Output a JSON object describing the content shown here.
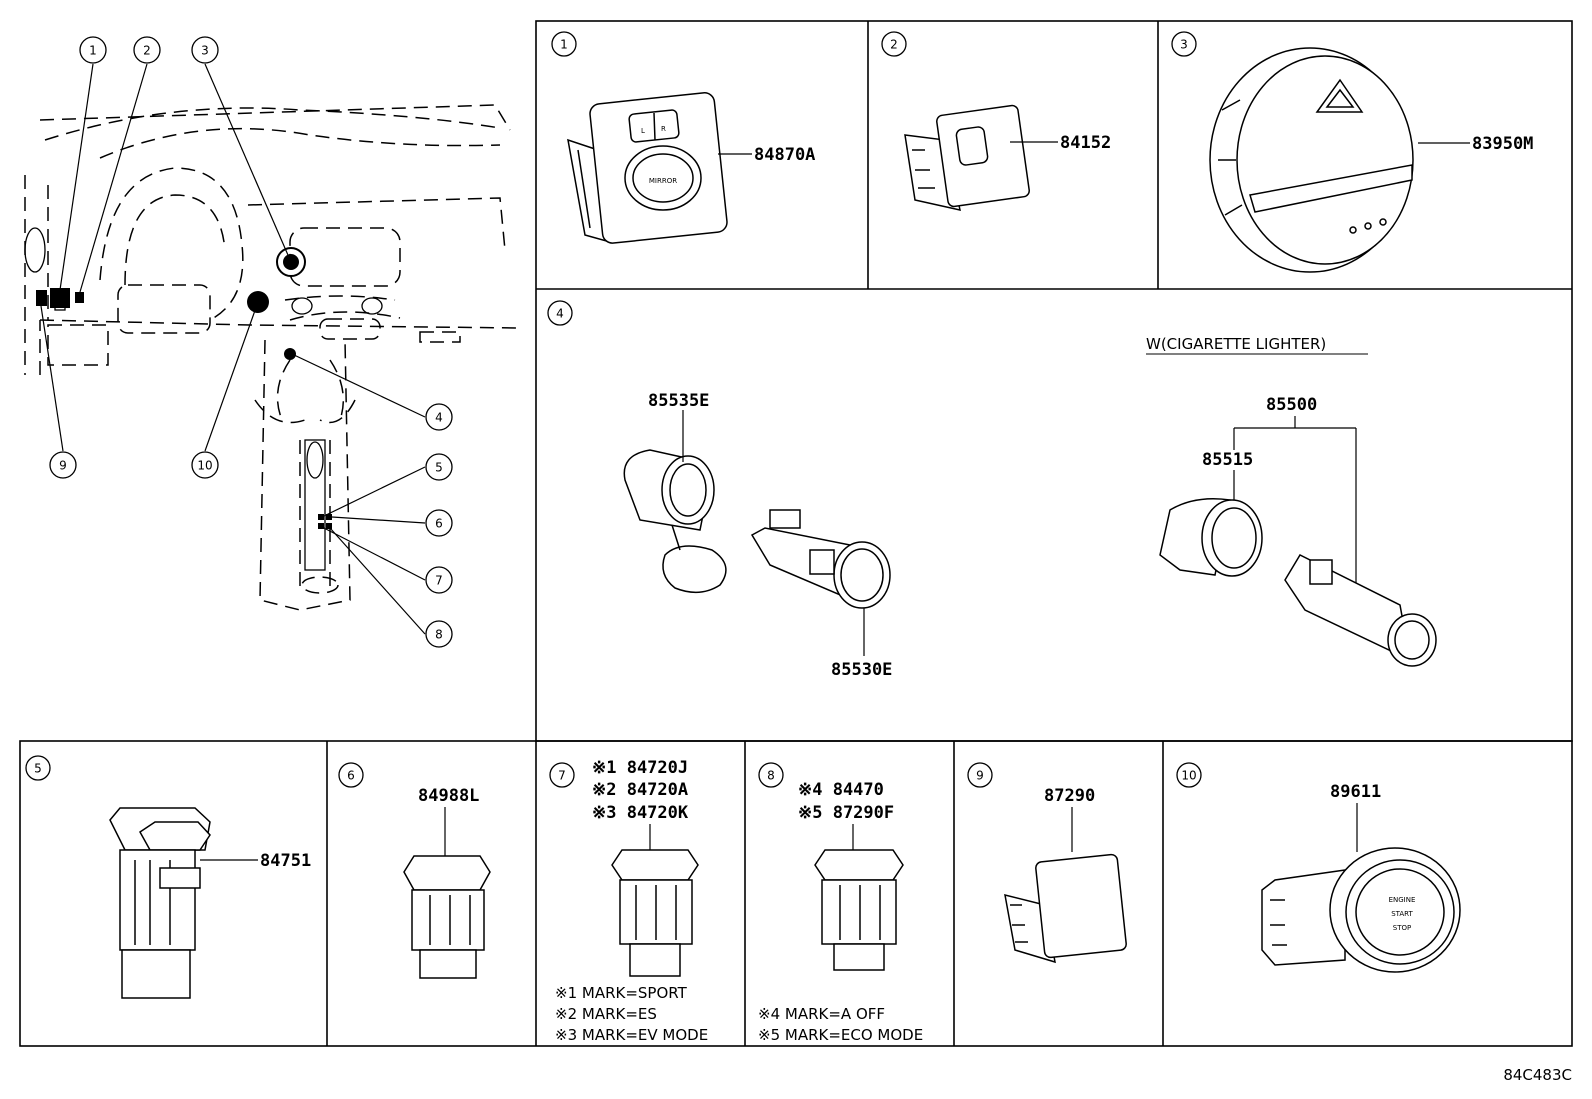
{
  "diagram_code": "84C483C",
  "overview": {
    "callouts": [
      "1",
      "2",
      "3",
      "4",
      "5",
      "6",
      "7",
      "8",
      "9",
      "10"
    ]
  },
  "panels": {
    "p1": {
      "num": "1",
      "part": "84870A",
      "switch_text": "MIRROR",
      "l": "L",
      "r": "R"
    },
    "p2": {
      "num": "2",
      "part": "84152"
    },
    "p3": {
      "num": "3",
      "part": "83950M"
    },
    "p4": {
      "num": "4",
      "condition": "W(CIGARETTE LIGHTER)",
      "parts": {
        "a": "85535E",
        "b": "85530E",
        "c": "85500",
        "d": "85515"
      }
    },
    "p5": {
      "num": "5",
      "part": "84751"
    },
    "p6": {
      "num": "6",
      "part": "84988L"
    },
    "p7": {
      "num": "7",
      "variants": [
        "※1 84720J",
        "※2 84720A",
        "※3 84720K"
      ],
      "notes": [
        "※1 MARK=SPORT",
        "※2 MARK=ES",
        "※3 MARK=EV MODE"
      ]
    },
    "p8": {
      "num": "8",
      "variants": [
        "※4 84470",
        "※5 87290F"
      ],
      "notes": [
        "※4 MARK=A OFF",
        "※5 MARK=ECO MODE"
      ]
    },
    "p9": {
      "num": "9",
      "part": "87290"
    },
    "p10": {
      "num": "10",
      "part": "89611",
      "button": [
        "ENGINE",
        "START",
        "STOP"
      ]
    }
  }
}
